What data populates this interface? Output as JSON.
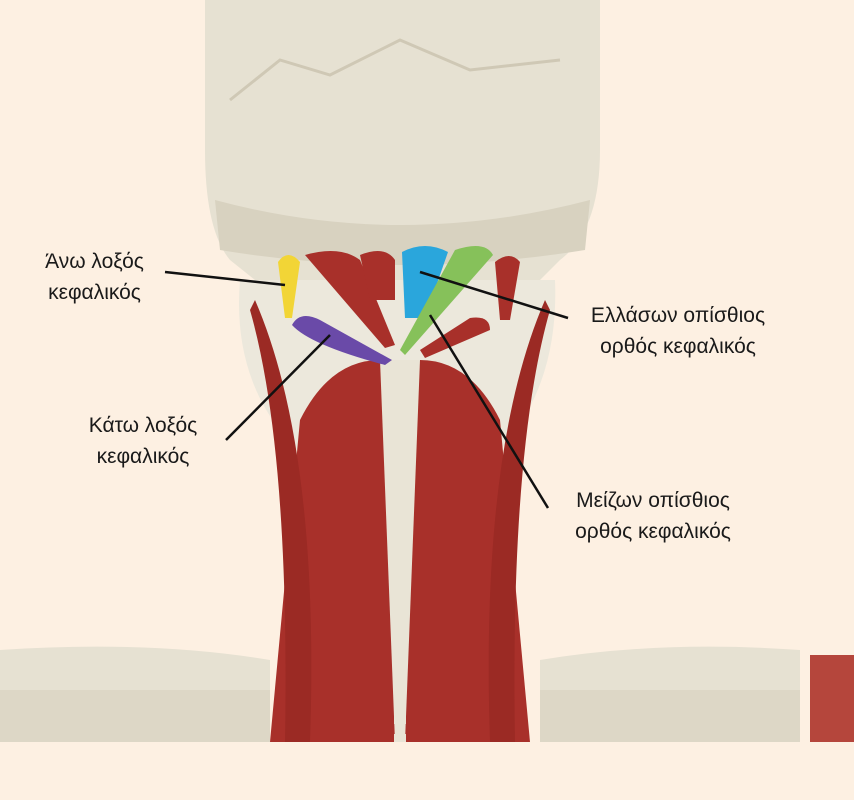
{
  "labels": {
    "superior_oblique": {
      "line1": "Άνω λοξός",
      "line2": "κεφαλικός",
      "color": "#f2d536"
    },
    "inferior_oblique": {
      "line1": "Κάτω λοξός",
      "line2": "κεφαλικός",
      "color": "#6a4aa8"
    },
    "rectus_minor": {
      "line1": "Ελλάσων οπίσθιος",
      "line2": "ορθός κεφαλικός",
      "color": "#2aa6dc"
    },
    "rectus_major": {
      "line1": "Μείζων οπίσθιος",
      "line2": "ορθός κεφαλικός",
      "color": "#86c15a"
    }
  },
  "colors": {
    "background": "#fdf0e2",
    "bone": "#e6e1d2",
    "muscle": "#a8302a"
  }
}
